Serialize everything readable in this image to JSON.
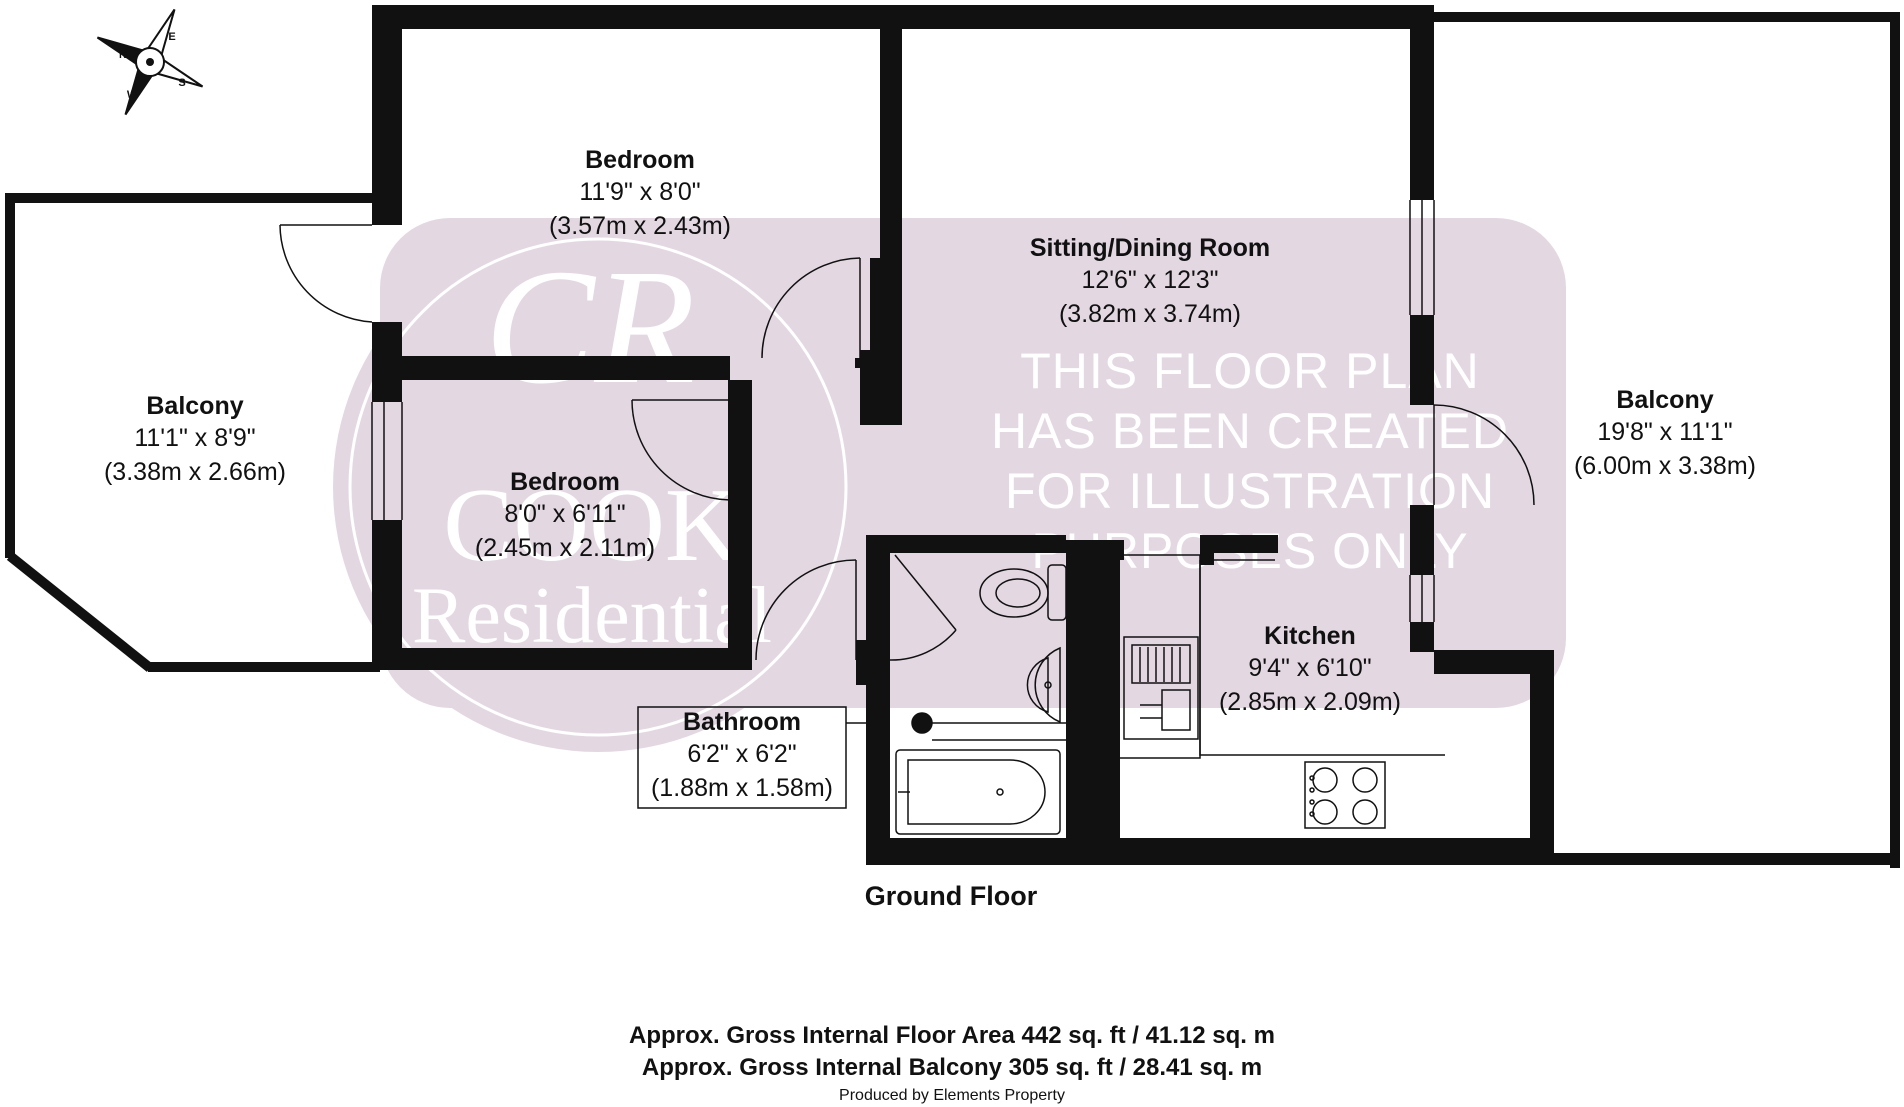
{
  "rooms": {
    "bedroom_1": {
      "name": "Bedroom",
      "imperial": "11'9\" x 8'0\"",
      "metric": "(3.57m x 2.43m)"
    },
    "bedroom_2": {
      "name": "Bedroom",
      "imperial": "8'0\" x 6'11\"",
      "metric": "(2.45m x 2.11m)"
    },
    "sitting_dining": {
      "name": "Sitting/Dining Room",
      "imperial": "12'6\" x 12'3\"",
      "metric": "(3.82m x 3.74m)"
    },
    "balcony_left": {
      "name": "Balcony",
      "imperial": "11'1\" x 8'9\"",
      "metric": "(3.38m x 2.66m)"
    },
    "balcony_right": {
      "name": "Balcony",
      "imperial": "19'8\" x 11'1\"",
      "metric": "(6.00m x 3.38m)"
    },
    "kitchen": {
      "name": "Kitchen",
      "imperial": "9'4\" x 6'10\"",
      "metric": "(2.85m x 2.09m)"
    },
    "bathroom": {
      "name": "Bathroom",
      "imperial": "6'2\" x 6'2\"",
      "metric": "(1.88m x 1.58m)"
    }
  },
  "floor_label": "Ground Floor",
  "areas": {
    "internal": "Approx. Gross Internal Floor Area 442 sq. ft / 41.12 sq. m",
    "balcony": "Approx. Gross Internal Balcony 305 sq. ft / 28.41 sq. m"
  },
  "credit": "Produced by Elements Property",
  "watermark": {
    "logo_initials": "CR",
    "logo_name": "COOK",
    "logo_sub": "Residential",
    "notice": [
      "THIS FLOOR PLAN",
      "HAS BEEN CREATED",
      "FOR ILLUSTRATION",
      "PURPOSES ONLY"
    ],
    "color": "#e3d8e2"
  },
  "compass": {
    "n": "N",
    "e": "E",
    "s": "S",
    "w": "W"
  },
  "colors": {
    "wall": "#111111",
    "background": "#ffffff"
  }
}
